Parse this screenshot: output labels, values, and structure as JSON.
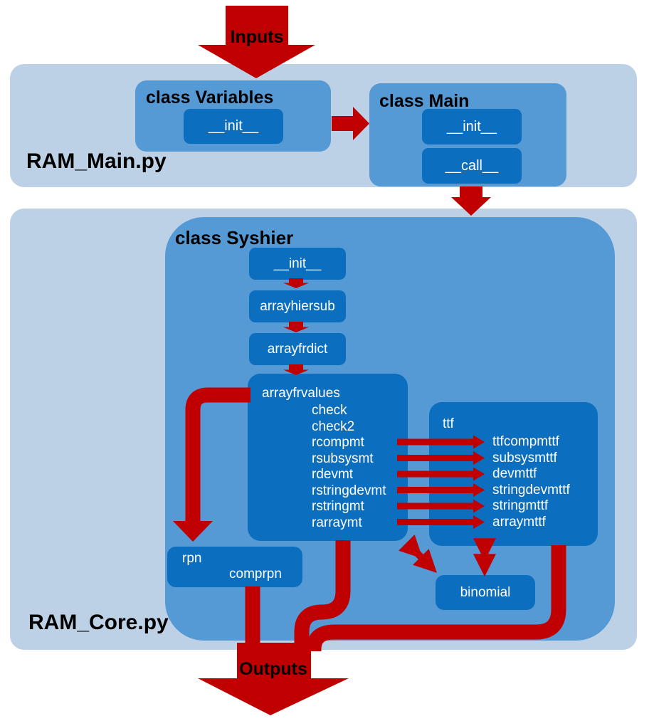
{
  "flow": {
    "inputs_label": "Inputs",
    "outputs_label": "Outputs"
  },
  "ram_main": {
    "label": "RAM_Main.py",
    "variables_class": {
      "name": "class Variables",
      "methods": {
        "init": "__init__"
      }
    },
    "main_class": {
      "name": "class Main",
      "methods": {
        "init": "__init__",
        "call": "__call__"
      }
    }
  },
  "ram_core": {
    "label": "RAM_Core.py",
    "syshier_class": {
      "name": "class Syshier",
      "chain": [
        "__init__",
        "arrayhiersub",
        "arrayfrdict"
      ],
      "arrayfrvalues": {
        "title": "arrayfrvalues",
        "items": [
          "check",
          "check2",
          "rcompmt",
          "rsubsysmt",
          "rdevmt",
          "rstringdevmt",
          "rstringmt",
          "rarraymt"
        ]
      },
      "ttf": {
        "title": "ttf",
        "items": [
          "ttfcompmttf",
          "subsysmttf",
          "devmttf",
          "stringdevmttf",
          "stringmttf",
          "arraymttf"
        ]
      },
      "rpn": {
        "title": "rpn",
        "method": "comprpn"
      },
      "binomial_label": "binomial"
    }
  },
  "colors": {
    "module_fill": "#bcd0e6",
    "class_fill": "#5599d5",
    "method_fill": "#0c6ebe",
    "arrow_red": "#c00000",
    "label_text": "#000000",
    "method_text": "#ffffff"
  }
}
